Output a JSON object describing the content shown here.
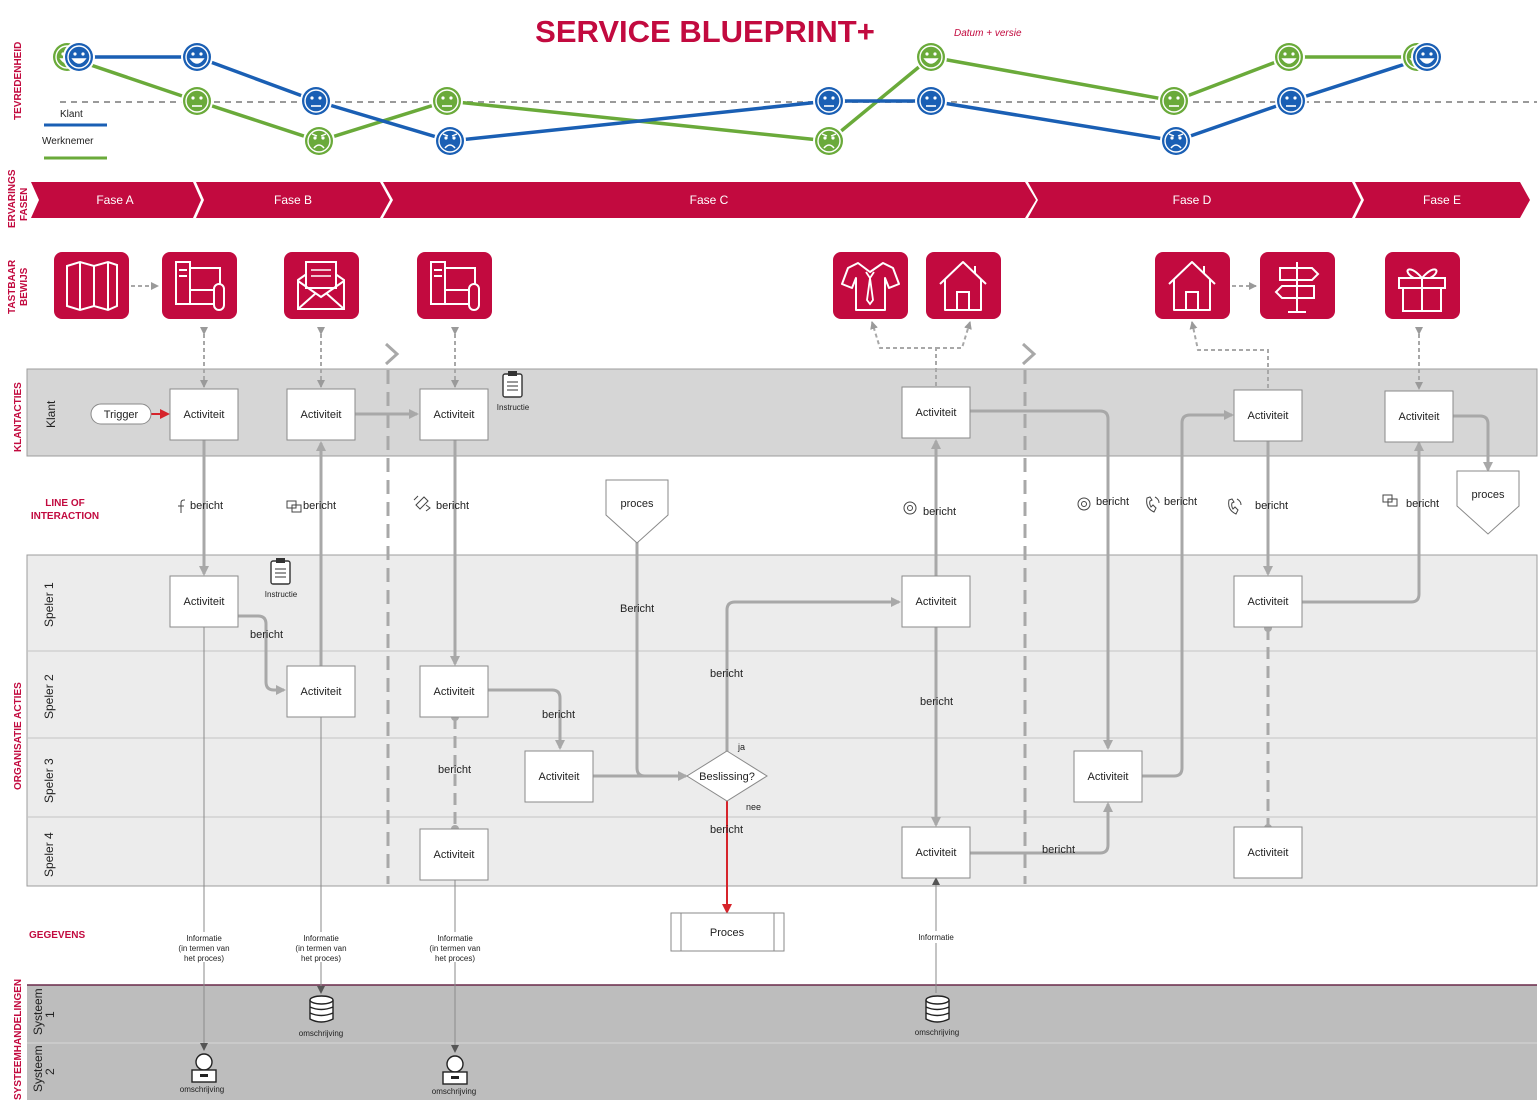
{
  "title": "SERVICE BLUEPRINT+",
  "subtitle": "Datum + versie",
  "row_labels": {
    "tevredenheid": "TEVREDENHEID",
    "ervarings": "ERVARINGS",
    "fasen": "FASEN",
    "tastbaar": "TASTBAAR",
    "bewijs": "BEWIJS",
    "klantacties": "KLANTACTIES",
    "line1": "LINE OF",
    "line2": "INTERACTION",
    "organisatie": "ORGANISATIE ACTIES",
    "gegevens": "GEGEVENS",
    "systeem": "SYSTEEMHANDELINGEN"
  },
  "legend": {
    "klant": "Klant",
    "werknemer": "Werknemer",
    "klant_color": "#1a5fb4",
    "werknemer_color": "#6aaa3a"
  },
  "lanes": {
    "klant": "Klant",
    "speler1": "Speler 1",
    "speler2": "Speler 2",
    "speler3": "Speler 3",
    "speler4": "Speler 4",
    "systeem1a": "Systeem",
    "systeem1b": "1",
    "systeem2a": "Systeem",
    "systeem2b": "2"
  },
  "phases": [
    "Fase A",
    "Fase B",
    "Fase C",
    "Fase D",
    "Fase E"
  ],
  "accent_color": "#c20a3f",
  "evidence_icons": [
    "map-icon",
    "computer-icon",
    "mail-icon",
    "computer-icon",
    "shirt-icon",
    "house-icon",
    "house-icon",
    "signpost-icon",
    "gift-icon"
  ],
  "satisfaction": {
    "klant_moods": [
      "happy",
      "happy",
      "neutral",
      "sad",
      "neutral",
      "neutral",
      "sad",
      "neutral",
      "happy"
    ],
    "werknemer_moods": [
      "happy",
      "neutral",
      "sad",
      "neutral",
      "sad",
      "happy",
      "neutral",
      "happy",
      "happy"
    ]
  },
  "labels": {
    "trigger": "Trigger",
    "activiteit": "Activiteit",
    "bericht": "bericht",
    "Bericht": "Bericht",
    "proces": "proces",
    "Proces": "Proces",
    "beslissing": "Beslissing?",
    "ja": "ja",
    "nee": "nee",
    "instructie": "Instructie",
    "informatie": "Informatie",
    "info_l2": "(in termen van",
    "info_l3": "het proces)",
    "omschrijving": "omschrijving"
  }
}
